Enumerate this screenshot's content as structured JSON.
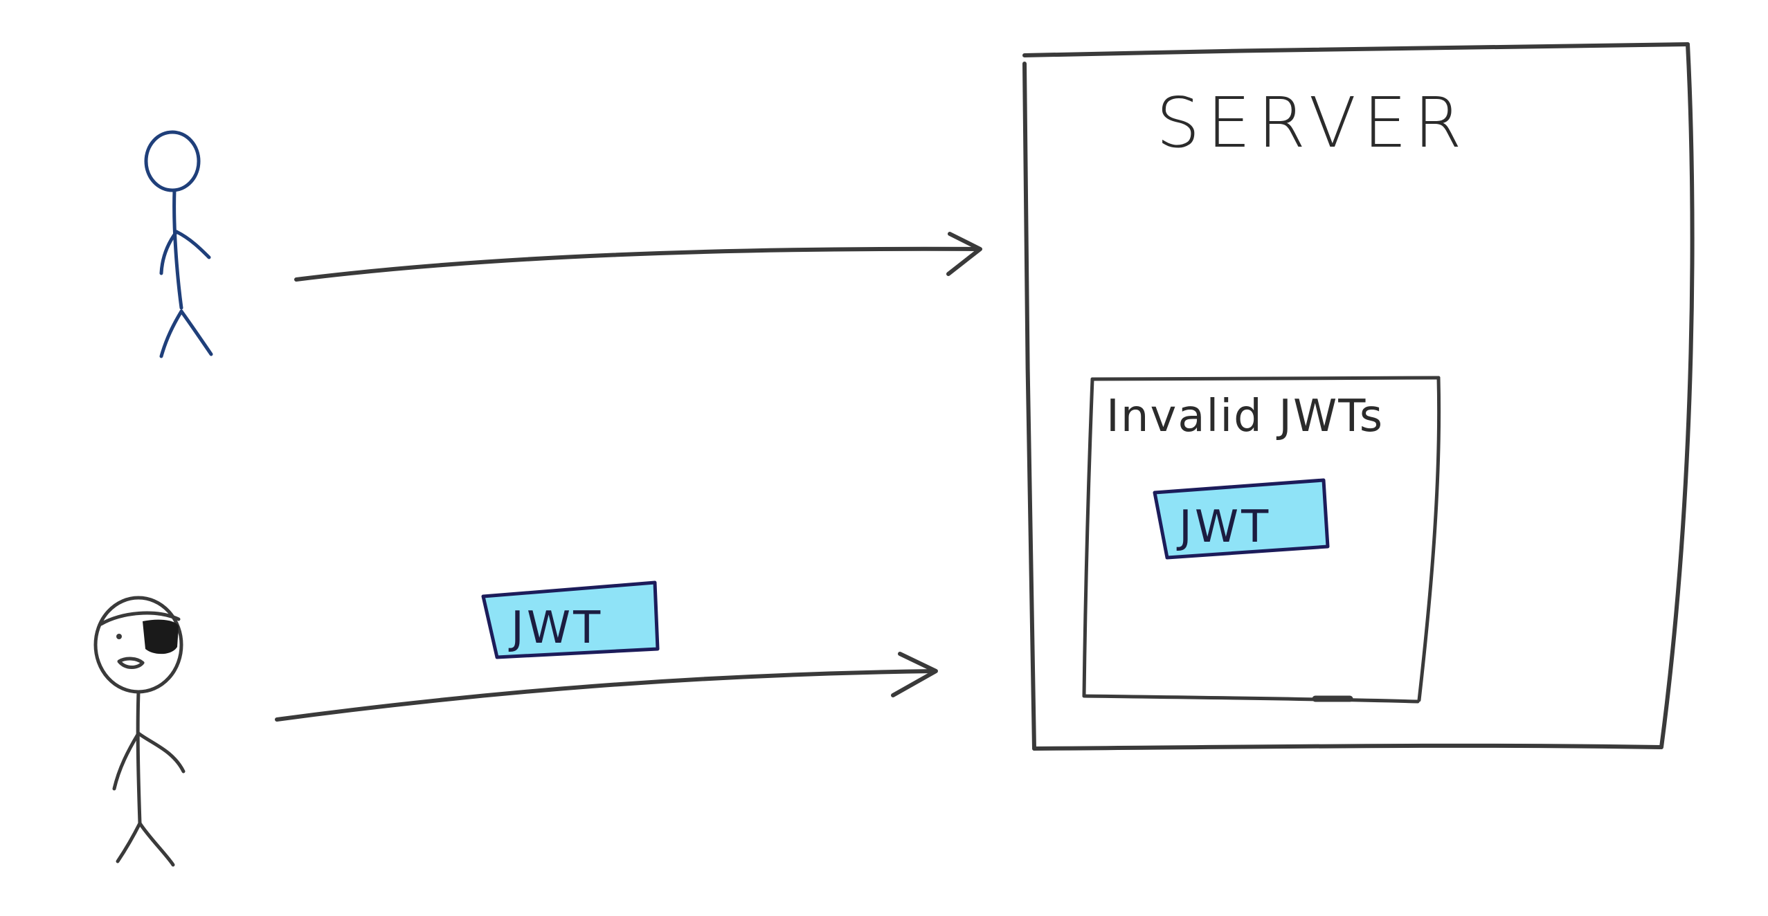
{
  "server": {
    "title": "SERVER",
    "invalid_list": {
      "title": "Invalid JWTs",
      "token_label": "JWT"
    }
  },
  "attacker": {
    "token_label": "JWT"
  },
  "colors": {
    "ink": "#3a3a3a",
    "legit_user_ink": "#1f3f7a",
    "token_fill": "#8fe3f7",
    "token_border": "#1c1c5a",
    "eyepatch": "#1a1a1a"
  },
  "icons": {
    "legit_user": "stick-figure-icon",
    "attacker": "pirate-stick-figure-icon",
    "request_arrow": "arrow-right-icon"
  }
}
